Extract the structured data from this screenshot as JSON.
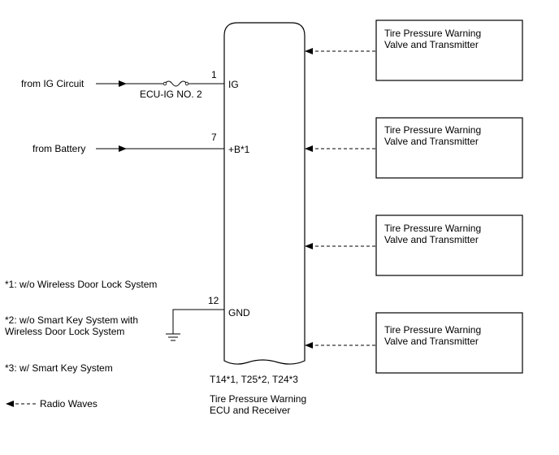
{
  "inputs": {
    "ig": {
      "source": "from IG Circuit",
      "pin": "1",
      "terminal": "IG",
      "fuse": "ECU-IG NO. 2"
    },
    "battery": {
      "source": "from Battery",
      "pin": "7",
      "terminal": "+B*1"
    },
    "ground": {
      "pin": "12",
      "terminal": "GND"
    }
  },
  "ecu": {
    "connector": "T14*1, T25*2, T24*3",
    "name_line1": "Tire Pressure Warning",
    "name_line2": "ECU and Receiver"
  },
  "transmitters": [
    {
      "line1": "Tire Pressure Warning",
      "line2": "Valve and Transmitter"
    },
    {
      "line1": "Tire Pressure Warning",
      "line2": "Valve and Transmitter"
    },
    {
      "line1": "Tire Pressure Warning",
      "line2": "Valve and Transmitter"
    },
    {
      "line1": "Tire Pressure Warning",
      "line2": "Valve and Transmitter"
    }
  ],
  "notes": {
    "n1": "*1: w/o Wireless Door Lock System",
    "n2_line1": "*2: w/o Smart Key System with",
    "n2_line2": "Wireless Door Lock System",
    "n3": "*3: w/ Smart Key System"
  },
  "legend": {
    "radio_waves": "Radio Waves"
  }
}
